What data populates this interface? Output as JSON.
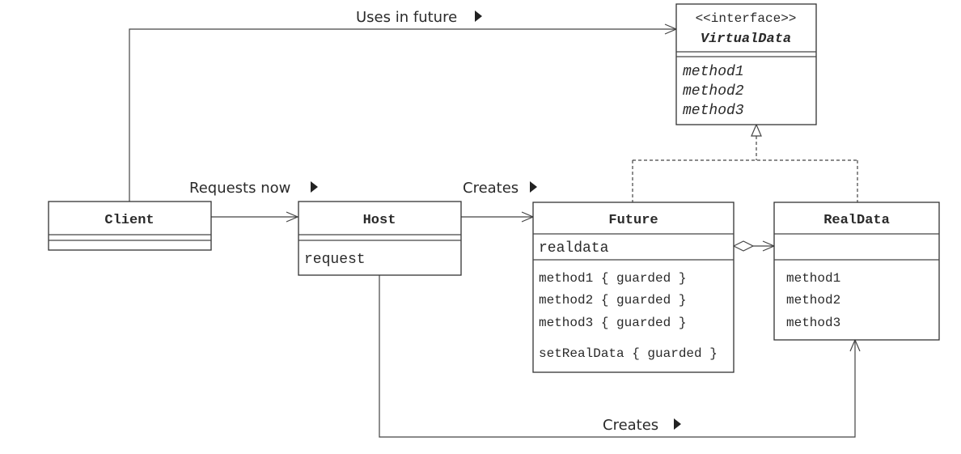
{
  "classes": {
    "virtual_data": {
      "stereotype": "<<interface>>",
      "name": "VirtualData",
      "methods": [
        "method1",
        "method2",
        "method3"
      ]
    },
    "client": {
      "name": "Client"
    },
    "host": {
      "name": "Host",
      "fields": [
        "request"
      ]
    },
    "future": {
      "name": "Future",
      "fields": [
        "realdata"
      ],
      "methods": [
        "method1 { guarded }",
        "method2 { guarded }",
        "method3 { guarded }",
        "setRealData { guarded }"
      ]
    },
    "real_data": {
      "name": "RealData",
      "methods": [
        "method1",
        "method2",
        "method3"
      ]
    }
  },
  "relations": {
    "uses_in_future": "Uses in future",
    "requests_now": "Requests now",
    "creates_future": "Creates",
    "creates_realdata": "Creates"
  }
}
